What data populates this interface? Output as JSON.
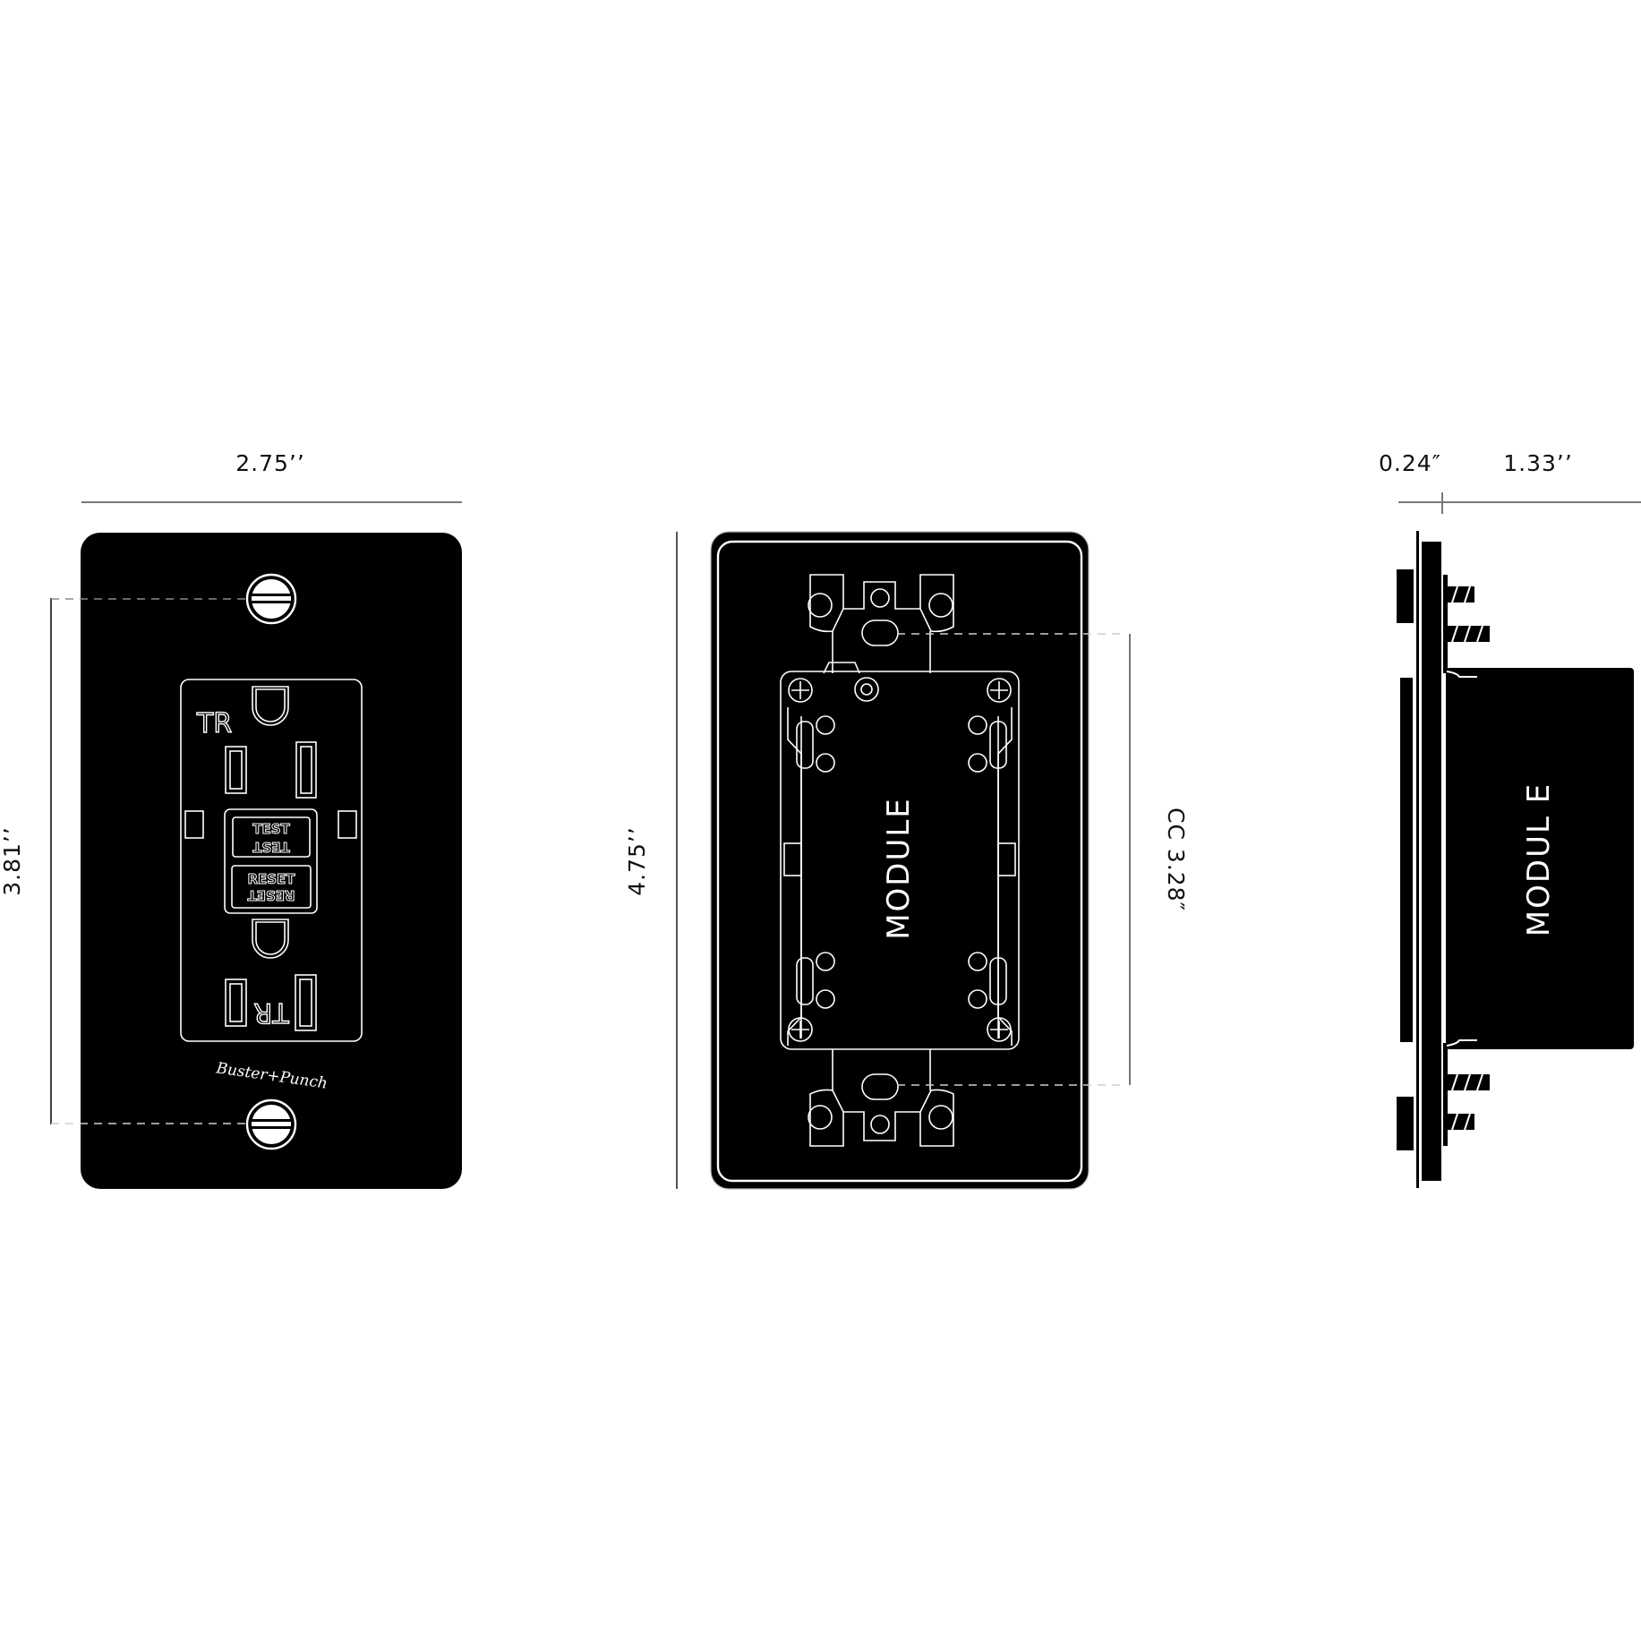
{
  "diagram": {
    "front_view": {
      "width_dimension": "2.75’’",
      "screen_spacing_dimension": "3.81’’",
      "receptacle_marking_top": "TR",
      "receptacle_marking_bottom": "TR",
      "test_button_label": "TEST",
      "reset_button_label": "RESET",
      "brand_logo": "Buster+Punch",
      "plate_color": "#000000",
      "line_color": "#ffffff"
    },
    "back_view": {
      "height_dimension": "4.75’’",
      "center_to_center_dimension": "CC 3.28″",
      "module_label": "MODULE"
    },
    "side_view": {
      "plate_depth_dimension": "0.24″",
      "module_depth_dimension": "1.33’’",
      "module_label": "MODUL E"
    }
  }
}
